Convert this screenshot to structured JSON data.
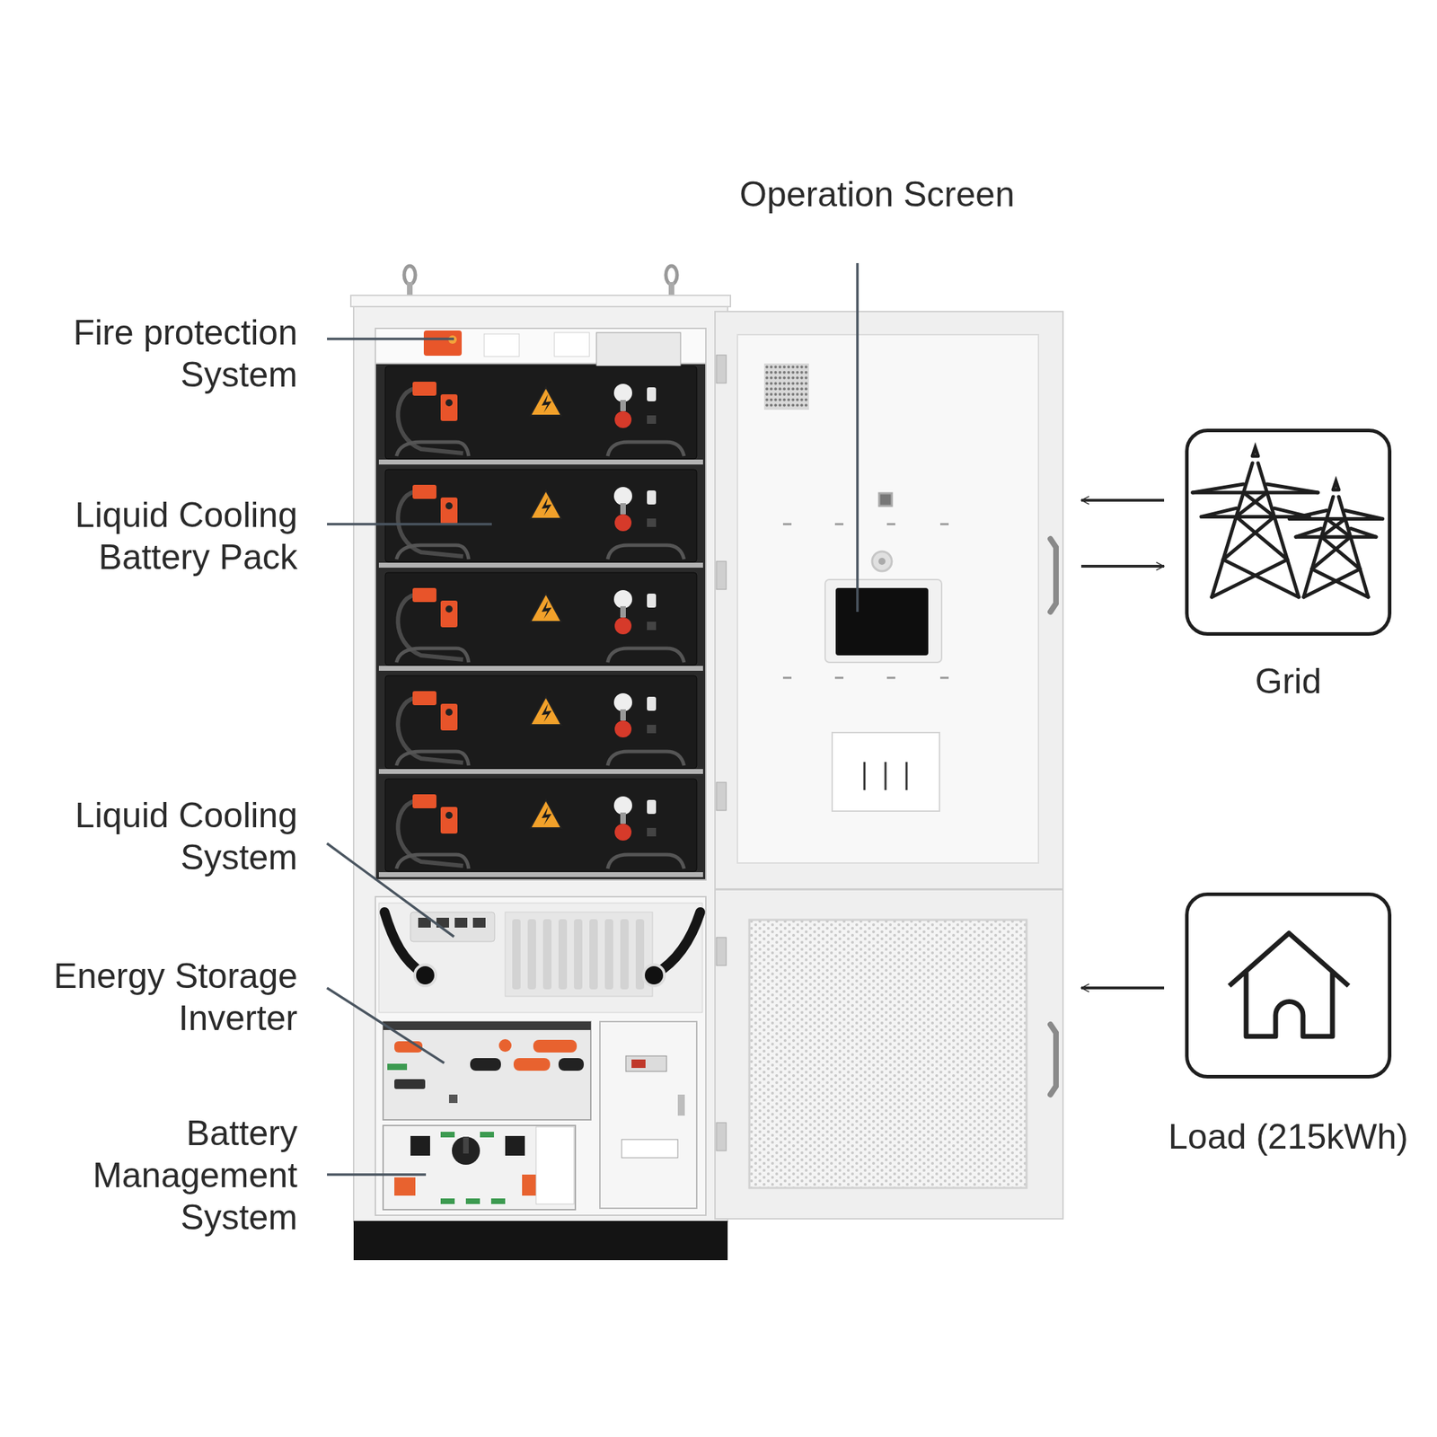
{
  "diagram": {
    "nodes": [
      {
        "text": [
          "Grid"
        ]
      },
      {
        "text": [
          "Load (215kWh)"
        ]
      }
    ],
    "labels": [
      "Operation Screen",
      "Fire protection System",
      "Liquid Cooling Battery Pack",
      "Liquid Cooling System",
      "Energy Storage Inverter",
      "Battery Management System"
    ]
  }
}
